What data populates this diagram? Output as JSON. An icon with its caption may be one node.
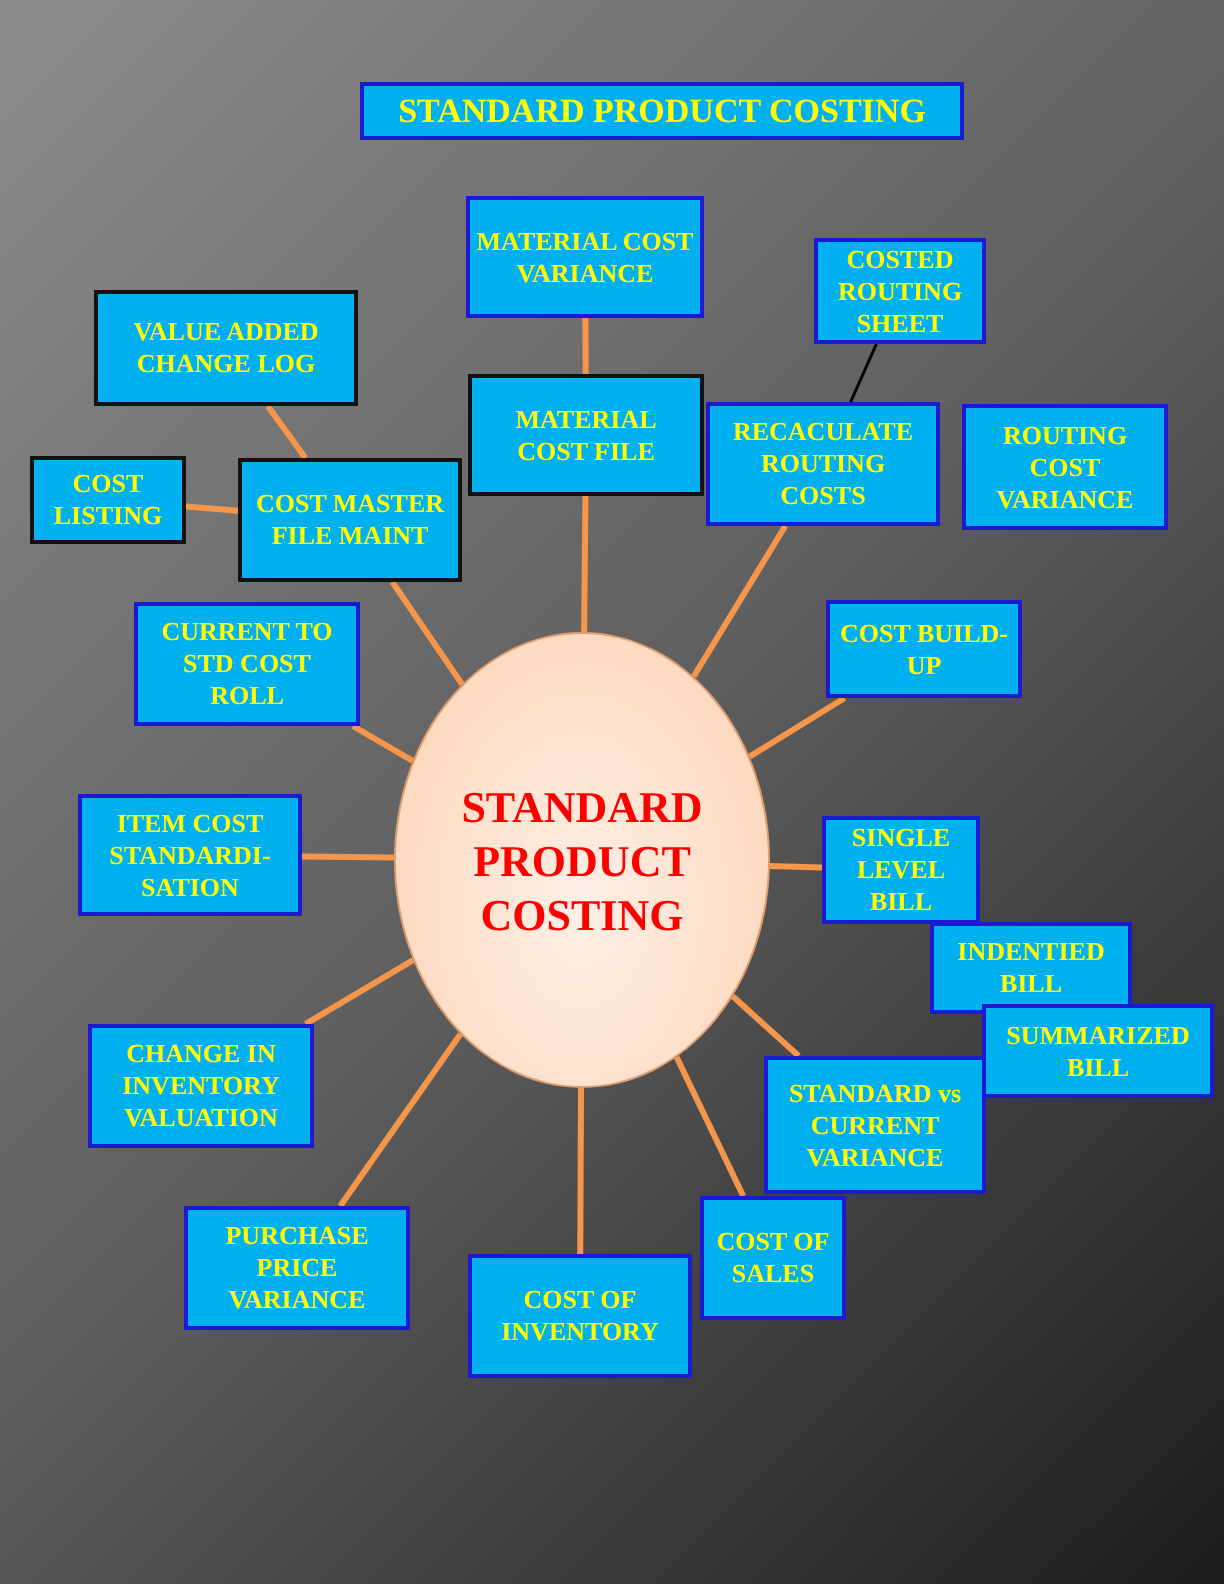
{
  "diagram": {
    "title": "STANDARD PRODUCT COSTING",
    "nodes": [
      {
        "text": [
          "STANDARD PRODUCT COSTING"
        ]
      },
      {
        "text": [
          "MATERIAL COST VARIANCE"
        ]
      },
      {
        "text": [
          "COSTED ROUTING SHEET"
        ]
      },
      {
        "text": [
          "VALUE ADDED CHANGE LOG"
        ]
      },
      {
        "text": [
          "MATERIAL COST FILE"
        ]
      },
      {
        "text": [
          "RECACULATE ROUTING COSTS"
        ]
      },
      {
        "text": [
          "ROUTING COST VARIANCE"
        ]
      },
      {
        "text": [
          "COST LISTING"
        ]
      },
      {
        "text": [
          "COST MASTER FILE MAINT"
        ]
      },
      {
        "text": [
          "CURRENT TO STD COST ROLL"
        ]
      },
      {
        "text": [
          "COST BUILD-UP"
        ]
      },
      {
        "text": [
          "ITEM COST STANDARDI-SATION"
        ]
      },
      {
        "text": [
          "SINGLE LEVEL BILL"
        ]
      },
      {
        "text": [
          "INDENTIED BILL"
        ]
      },
      {
        "text": [
          "SUMMARIZED BILL"
        ]
      },
      {
        "text": [
          "CHANGE IN INVENTORY VALUATION"
        ]
      },
      {
        "text": [
          "STANDARD vs CURRENT VARIANCE"
        ]
      },
      {
        "text": [
          "PURCHASE PRICE VARIANCE"
        ]
      },
      {
        "text": [
          "COST OF SALES"
        ]
      },
      {
        "text": [
          "COST OF INVENTORY"
        ]
      }
    ],
    "edges": [
      {
        "from": 1,
        "to": 4,
        "arrow": "none"
      },
      {
        "from": 2,
        "to": 5,
        "arrow": "none",
        "color": "#000000"
      },
      {
        "from": 3,
        "to": 8,
        "arrow": "none"
      },
      {
        "from": 7,
        "to": 8,
        "arrow": "none"
      },
      {
        "from": 8,
        "to": 0,
        "arrow": "none"
      },
      {
        "from": 4,
        "to": 0,
        "arrow": "none"
      },
      {
        "from": 5,
        "to": 0,
        "arrow": "none"
      },
      {
        "from": 9,
        "to": 0,
        "arrow": "none"
      },
      {
        "from": 10,
        "to": 0,
        "arrow": "none"
      },
      {
        "from": 11,
        "to": 0,
        "arrow": "none"
      },
      {
        "from": 12,
        "to": 0,
        "arrow": "none"
      },
      {
        "from": 15,
        "to": 0,
        "arrow": "none"
      },
      {
        "from": 16,
        "to": 0,
        "arrow": "none"
      },
      {
        "from": 17,
        "to": 0,
        "arrow": "none"
      },
      {
        "from": 18,
        "to": 0,
        "arrow": "none"
      },
      {
        "from": 19,
        "to": 0,
        "arrow": "none"
      }
    ]
  }
}
